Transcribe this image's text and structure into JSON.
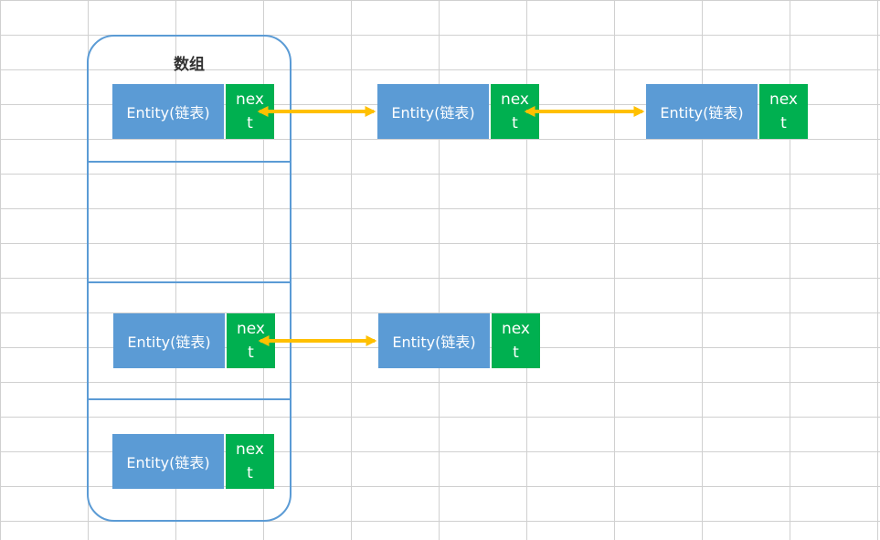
{
  "array": {
    "title": "数组"
  },
  "nodes": [
    {
      "entity": "Entity(链表)",
      "next": "next"
    },
    {
      "entity": "Entity(链表)",
      "next": "next"
    },
    {
      "entity": "Entity(链表)",
      "next": "next"
    },
    {
      "entity": "Entity(链表)",
      "next": "next"
    },
    {
      "entity": "Entity(链表)",
      "next": "next"
    },
    {
      "entity": "Entity(链表)",
      "next": "next"
    }
  ],
  "colors": {
    "entity": "#5b9bd5",
    "next": "#00b050",
    "arrow": "#ffc000",
    "array_border": "#5b9bd5",
    "grid": "#d0d0d0"
  }
}
